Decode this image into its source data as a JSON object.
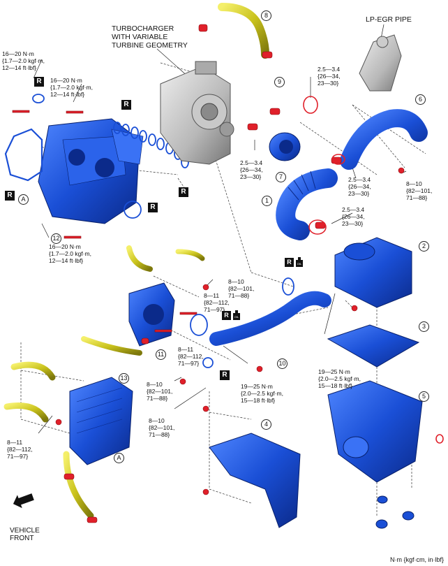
{
  "callouts": {
    "turbocharger": [
      "TURBOCHARGER",
      "WITH VARIABLE",
      "TURBINE GEOMETRY"
    ],
    "lp_egr_pipe": "LP-EGR PIPE"
  },
  "torques": {
    "t_16_20_a": [
      "16—20 N·m",
      "{1.7—2.0 kgf·m,",
      "12—14 ft·lbf}"
    ],
    "t_16_20_b": [
      "16—20 N·m",
      "{1.7—2.0 kgf·m,",
      "12—14 ft·lbf}"
    ],
    "t_16_20_c": [
      "16—20 N·m",
      "{1.7—2.0 kgf·m,",
      "12—14 ft·lbf}"
    ],
    "t_25_34_a": [
      "2.5—3.4",
      "{26—34,",
      "23—30}"
    ],
    "t_25_34_b": [
      "2.5—3.4",
      "{26—34,",
      "23—30}"
    ],
    "t_25_34_c": [
      "2.5—3.4",
      "{26—34,",
      "23—30}"
    ],
    "t_25_34_d": [
      "2.5—3.4",
      "{26—34,",
      "23—30}"
    ],
    "t_8_10_a": [
      "8—10",
      "{82—101,",
      "71—88}"
    ],
    "t_8_10_b": [
      "8—10",
      "{82—101,",
      "71—88}"
    ],
    "t_8_10_c": [
      "8—10",
      "{82—101,",
      "71—88}"
    ],
    "t_8_10_d": [
      "8—10",
      "{82—101,",
      "71—88}"
    ],
    "t_8_11_a": [
      "8—11",
      "{82—112,",
      "71—97}"
    ],
    "t_8_11_b": [
      "8—11",
      "{82—112,",
      "71—97}"
    ],
    "t_8_11_c": [
      "8—11",
      "{82—112,",
      "71—97}"
    ],
    "t_19_25_a": [
      "19—25 N·m",
      "{2.0—2.5 kgf·m,",
      "15—18 ft·lbf}"
    ],
    "t_19_25_b": [
      "19—25 N·m",
      "{2.0—2.5 kgf·m,",
      "15—18 ft·lbf}"
    ]
  },
  "part_numbers": [
    "1",
    "2",
    "3",
    "4",
    "5",
    "6",
    "7",
    "8",
    "9",
    "10",
    "11",
    "12",
    "13"
  ],
  "refs": {
    "a": "A"
  },
  "replace_mark": "R",
  "oil_mark": "OIL",
  "vehicle_front": [
    "VEHICLE",
    "FRONT"
  ],
  "units": "N·m {kgf·cm, in·lbf}",
  "colors": {
    "part_blue": "#1a4fd6",
    "part_dark": "#0b2a8a",
    "fastener_red": "#e0202a",
    "hose_yellow": "#c9c21c",
    "gray_part": "#b8b8b8"
  },
  "icons": [
    "vehicle-front-arrow-icon",
    "oil-can-icon",
    "replace-part-icon"
  ]
}
